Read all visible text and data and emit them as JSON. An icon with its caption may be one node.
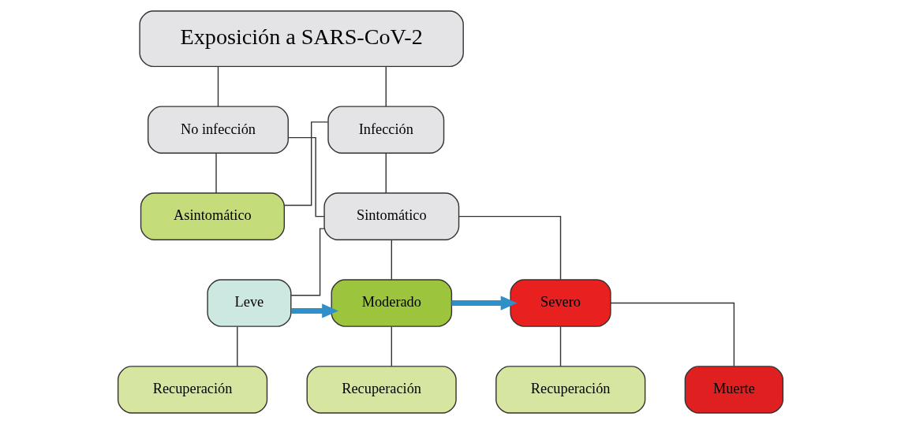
{
  "diagram": {
    "nodes": [
      {
        "text": [
          "Exposición a SARS-CoV-2"
        ]
      },
      {
        "text": [
          "No infección"
        ]
      },
      {
        "text": [
          "Infección"
        ]
      },
      {
        "text": [
          "Asintomático"
        ]
      },
      {
        "text": [
          "Sintomático"
        ]
      },
      {
        "text": [
          "Leve"
        ]
      },
      {
        "text": [
          "Moderado"
        ]
      },
      {
        "text": [
          "Severo"
        ]
      },
      {
        "text": [
          "Recuperación"
        ]
      },
      {
        "text": [
          "Recuperación"
        ]
      },
      {
        "text": [
          "Recuperación"
        ]
      },
      {
        "text": [
          "Muerte"
        ]
      }
    ],
    "edges": [
      {
        "from": 0,
        "to": 1,
        "arrow": "none"
      },
      {
        "from": 0,
        "to": 2,
        "arrow": "none"
      },
      {
        "from": 1,
        "to": 3,
        "arrow": "none"
      },
      {
        "from": 1,
        "to": 4,
        "arrow": "none"
      },
      {
        "from": 2,
        "to": 3,
        "arrow": "none"
      },
      {
        "from": 2,
        "to": 4,
        "arrow": "none"
      },
      {
        "from": 4,
        "to": 5,
        "arrow": "none"
      },
      {
        "from": 4,
        "to": 6,
        "arrow": "none"
      },
      {
        "from": 4,
        "to": 7,
        "arrow": "none"
      },
      {
        "from": 5,
        "to": 6,
        "arrow": "to",
        "style": "thick",
        "color": "#2f8fc8"
      },
      {
        "from": 6,
        "to": 7,
        "arrow": "to",
        "style": "thick",
        "color": "#2f8fc8"
      },
      {
        "from": 5,
        "to": 8,
        "arrow": "none"
      },
      {
        "from": 6,
        "to": 9,
        "arrow": "none"
      },
      {
        "from": 7,
        "to": 10,
        "arrow": "none"
      },
      {
        "from": 7,
        "to": 11,
        "arrow": "none"
      }
    ]
  }
}
